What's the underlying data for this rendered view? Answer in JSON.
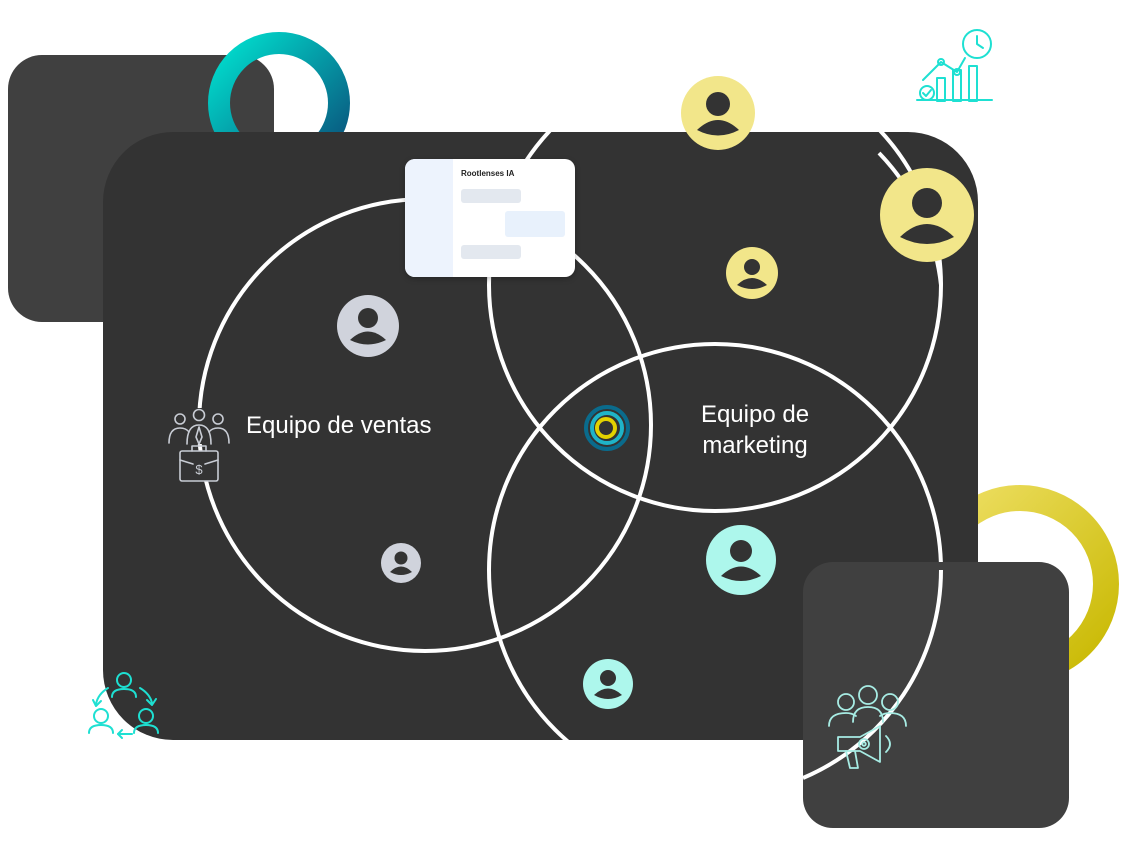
{
  "colors": {
    "panel": "#333333",
    "panel_dark": "#404040",
    "cyan": "#00d8cc",
    "teal": "#0a6b8c",
    "yellow": "#d8c800",
    "avatar_yellow": "#f2e68a",
    "avatar_gray": "#d0d3dc",
    "avatar_mint": "#adf7ec",
    "icon_line": "#ffffff"
  },
  "chat_card": {
    "title": "Rootlenses IA"
  },
  "diagram": {
    "sales_label": "Equipo de ventas",
    "marketing_label_line1": "Equipo de",
    "marketing_label_line2": "marketing"
  },
  "icons": {
    "sales": "team-briefcase-dollar-icon",
    "marketing": "team-megaphone-icon",
    "collaboration": "people-cycle-icon",
    "analytics": "growth-chart-clock-icon",
    "logo": "rootlenses-logo-icon"
  }
}
